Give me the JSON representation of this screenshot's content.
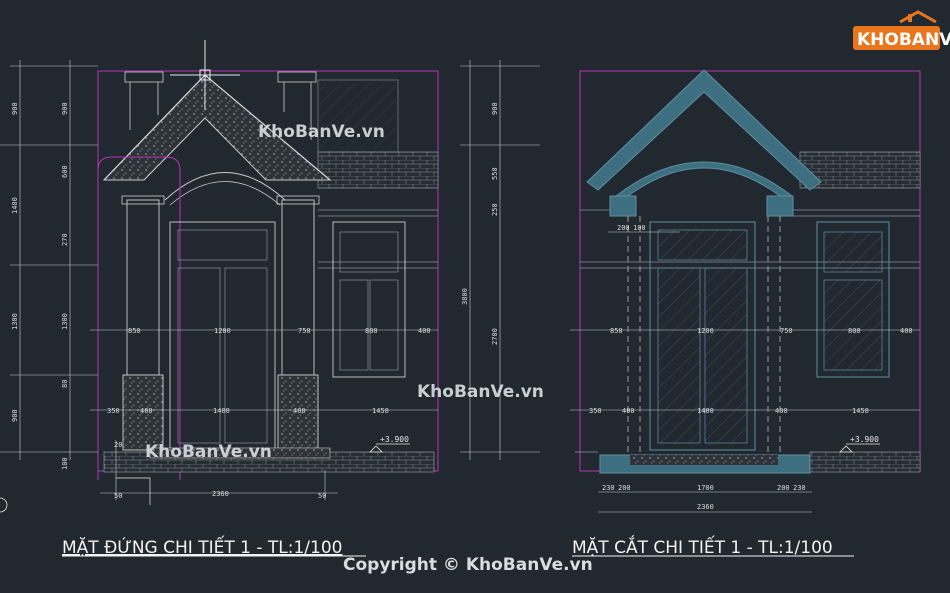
{
  "left_drawing": {
    "title": "MẶT ĐỨNG CHI TIẾT 1 - TL:1/100",
    "level_label": "+3.900",
    "row_dims": [
      "850",
      "1200",
      "750",
      "800",
      "400"
    ],
    "row2_dims": [
      "350",
      "400",
      "1400",
      "400",
      "1450"
    ],
    "bottom_dims": [
      "50",
      "2360",
      "50"
    ],
    "left_dims": [
      "900",
      "1400",
      "1300",
      "900"
    ],
    "left_dims2": [
      "900",
      "600",
      "270",
      "1300",
      "80",
      "100"
    ],
    "small_dims": [
      "20"
    ]
  },
  "right_drawing": {
    "title": "MẶT CẮT CHI TIẾT 1 - TL:1/100",
    "level_label": "+3.900",
    "row_dims": [
      "850",
      "1200",
      "750",
      "800",
      "400"
    ],
    "row2_dims": [
      "350",
      "400",
      "1400",
      "400",
      "1450"
    ],
    "bottom_dims": [
      "230",
      "200",
      "1700",
      "200",
      "230"
    ],
    "bottom_total": "2360",
    "top_dims": [
      "200",
      "100"
    ],
    "left_dims": [
      "900",
      "550",
      "250",
      "3800",
      "2700"
    ]
  },
  "watermarks": [
    "KhoBanVe.vn",
    "KhoBanVe.vn",
    "KhoBanVe.vn"
  ],
  "copyright": "Copyright © KhoBanVe.vn",
  "logo": {
    "text": "KHOBANVE"
  },
  "colors": {
    "background": "#212830",
    "accent": "#3d6f80",
    "frame": "#b733b3",
    "lines": "#c9ccd0",
    "logo": "#e8761e"
  }
}
